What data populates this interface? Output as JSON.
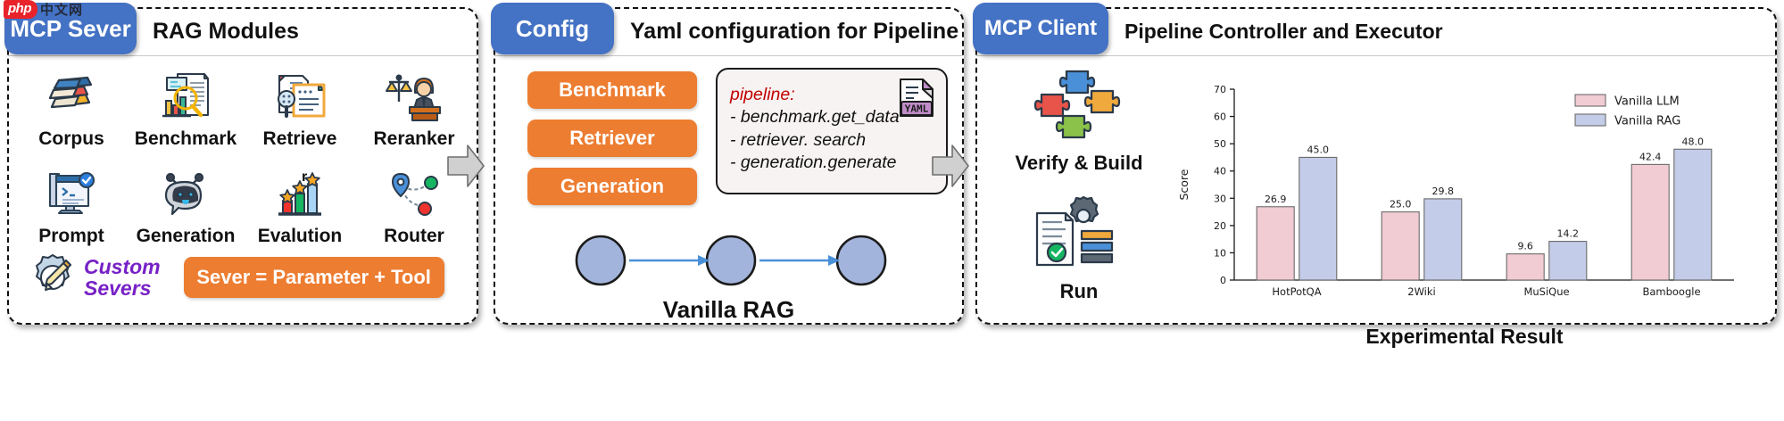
{
  "watermark": {
    "badge": "php",
    "text": "中文网"
  },
  "colors": {
    "tab_blue": "#4472c4",
    "pill_orange": "#ed7d31",
    "purple": "#7721c6",
    "node_blue": "#a3b4dc",
    "arrow_blue": "#4a90d9",
    "bar_pink": "#f2ccd3",
    "bar_blue": "#c3cce8",
    "yaml_purple": "#c08cc8",
    "card_bg": "#f7f3f2"
  },
  "panels": {
    "server": {
      "tab": "MCP Sever",
      "title": "RAG Modules",
      "modules": [
        {
          "label": "Corpus",
          "icon": "books-icon"
        },
        {
          "label": "Benchmark",
          "icon": "chart-magnifier-icon"
        },
        {
          "label": "Retrieve",
          "icon": "document-search-icon"
        },
        {
          "label": "Reranker",
          "icon": "judge-scales-icon"
        },
        {
          "label": "Prompt",
          "icon": "terminal-check-icon"
        },
        {
          "label": "Generation",
          "icon": "chat-bot-icon"
        },
        {
          "label": "Evalution",
          "icon": "star-bars-icon"
        },
        {
          "label": "Router",
          "icon": "route-nodes-icon"
        }
      ],
      "custom": {
        "icon": "gear-pencil-icon",
        "line1": "Custom",
        "line2": "Severs"
      },
      "formula": "Sever = Parameter + Tool"
    },
    "config": {
      "tab": "Config",
      "title": "Yaml configuration for Pipeline",
      "stages": [
        "Benchmark",
        "Retriever",
        "Generation"
      ],
      "yaml": {
        "icon": "yaml-file-icon",
        "icon_label": "YAML",
        "key": "pipeline:",
        "lines": [
          "- benchmark.get_data",
          "- retriever. search",
          "- generation.generate"
        ]
      },
      "flow_label": "Vanilla RAG",
      "flow_nodes": 3
    },
    "client": {
      "tab": "MCP Client",
      "title": "Pipeline Controller and Executor",
      "steps": [
        {
          "label": "Verify & Build",
          "icon": "puzzle-pieces-icon"
        },
        {
          "label": "Run",
          "icon": "gear-document-list-icon"
        }
      ],
      "chart_caption": "Experimental Result"
    }
  },
  "chart_data": {
    "type": "bar",
    "title": "",
    "xlabel": "",
    "ylabel": "Score",
    "categories": [
      "HotPotQA",
      "2Wiki",
      "MuSiQue",
      "Bamboogle"
    ],
    "series": [
      {
        "name": "Vanilla LLM",
        "values": [
          26.9,
          25.0,
          9.6,
          42.4
        ],
        "color": "#f2ccd3"
      },
      {
        "name": "Vanilla RAG",
        "values": [
          45.0,
          29.8,
          14.2,
          48.0
        ],
        "color": "#c3cce8"
      }
    ],
    "ylim": [
      0,
      70
    ],
    "yticks": [
      0,
      10,
      20,
      30,
      40,
      50,
      60,
      70
    ],
    "grid": false,
    "legend_position": "top-right"
  }
}
